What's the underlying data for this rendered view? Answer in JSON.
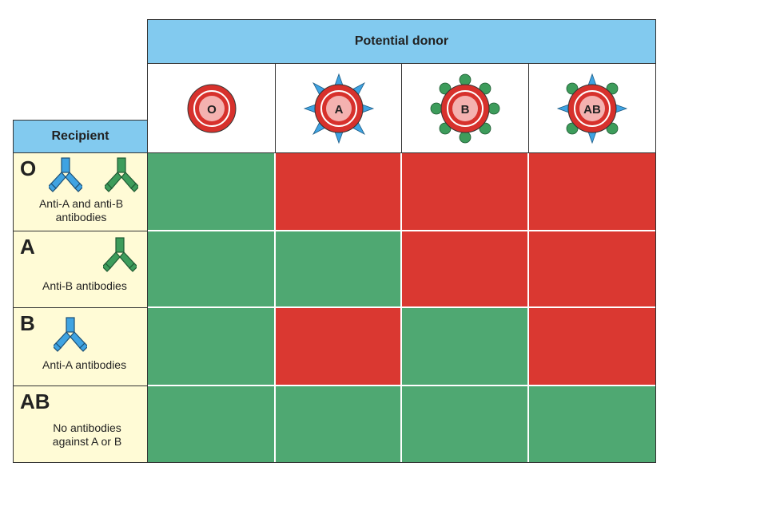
{
  "donor_header": "Potential donor",
  "recipient_header": "Recipient",
  "donors": [
    {
      "label": "O",
      "antigens": []
    },
    {
      "label": "A",
      "antigens": [
        "A"
      ]
    },
    {
      "label": "B",
      "antigens": [
        "B"
      ]
    },
    {
      "label": "AB",
      "antigens": [
        "A",
        "B"
      ]
    }
  ],
  "recipients": [
    {
      "type": "O",
      "antibodies": [
        "anti-A",
        "anti-B"
      ],
      "description_lines": [
        "Anti-A and anti-B",
        "antibodies"
      ]
    },
    {
      "type": "A",
      "antibodies": [
        "anti-B"
      ],
      "description_lines": [
        "Anti-B antibodies"
      ]
    },
    {
      "type": "B",
      "antibodies": [
        "anti-A"
      ],
      "description_lines": [
        "Anti-A antibodies"
      ]
    },
    {
      "type": "AB",
      "antibodies": [],
      "description_lines": [
        "No antibodies",
        "against A or B"
      ]
    }
  ],
  "compatibility": [
    [
      true,
      false,
      false,
      false
    ],
    [
      true,
      true,
      false,
      false
    ],
    [
      true,
      false,
      true,
      false
    ],
    [
      true,
      true,
      true,
      true
    ]
  ],
  "colors": {
    "compatible": "#4fa872",
    "incompatible": "#da3831",
    "header_bg": "#82caef",
    "recipient_bg": "#fffbd6",
    "cell_red": "#d7312c",
    "cell_center": "#f4b2b0",
    "antigen_a": "#3fa3e2",
    "antigen_b": "#3d9c5b"
  }
}
